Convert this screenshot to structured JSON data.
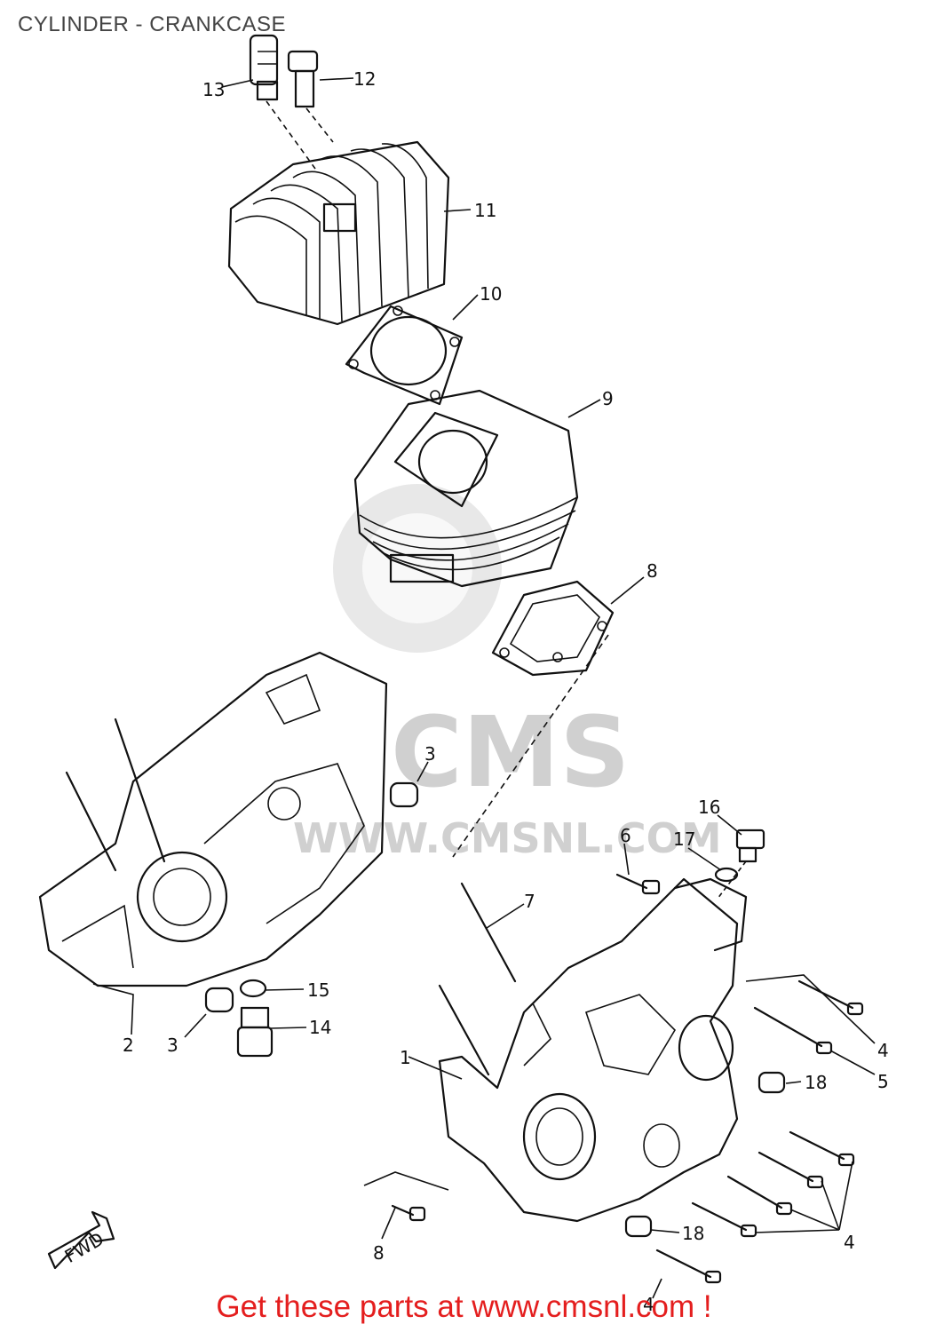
{
  "title": "CYLINDER - CRANKCASE",
  "footer": "Get these parts at www.cmsnl.com !",
  "watermark": {
    "brand": "CMS",
    "url": "WWW.CMSNL.COM"
  },
  "arrow_label": "FWD",
  "callouts": [
    "13",
    "12",
    "11",
    "10",
    "9",
    "8",
    "3",
    "16",
    "6",
    "17",
    "7",
    "2",
    "3",
    "15",
    "14",
    "1",
    "4",
    "5",
    "18",
    "4",
    "8",
    "18",
    "4"
  ]
}
